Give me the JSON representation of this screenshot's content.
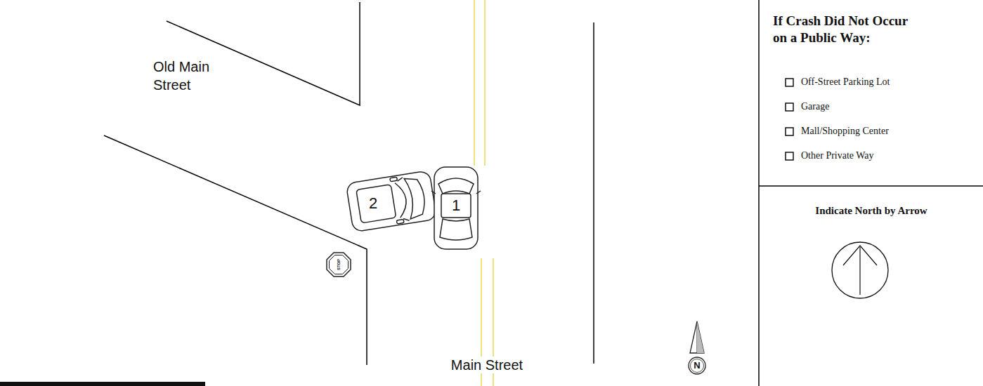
{
  "diagram": {
    "labels": [
      "Old Main Street",
      "2",
      "1",
      "STOP",
      "N",
      "Main Street",
      "If Crash Did Not Occur on a Public Way:",
      "Off-Street Parking Lot",
      "Garage",
      "Mall/Shopping Center",
      "Other Private Way",
      "Indicate North by Arrow"
    ]
  }
}
